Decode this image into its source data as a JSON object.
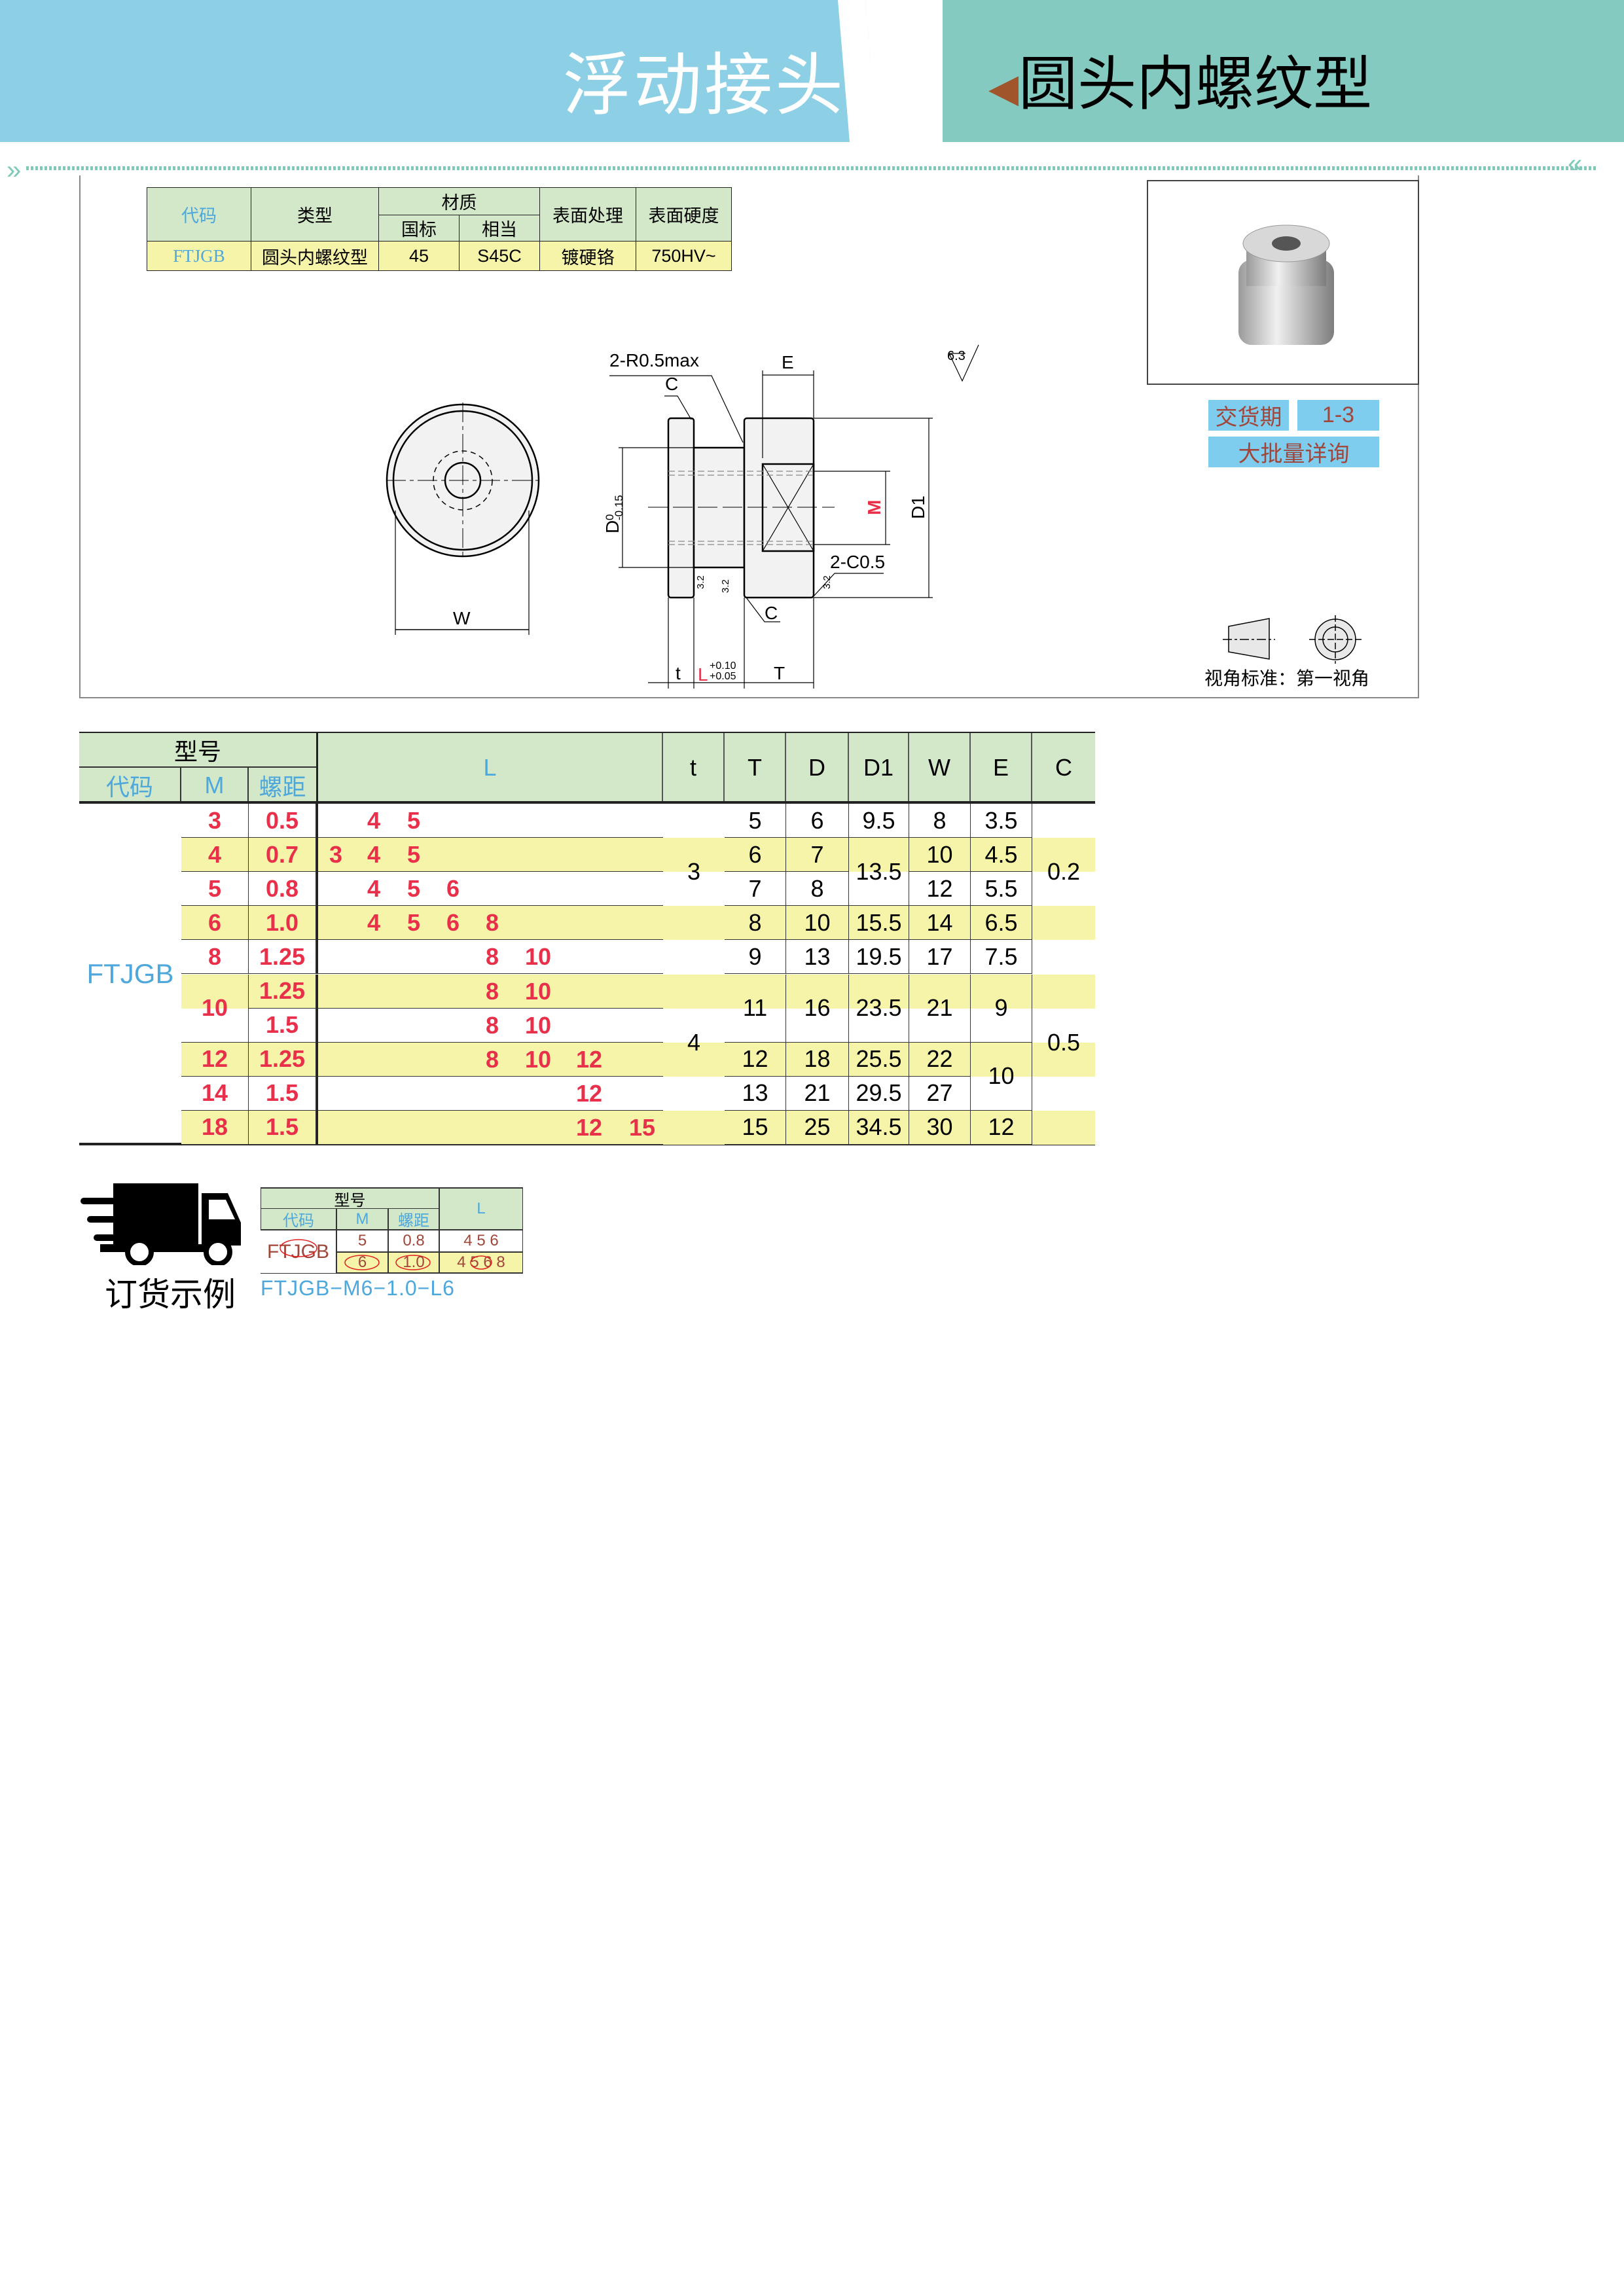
{
  "header": {
    "title": "浮动接头",
    "subtitle": "圆头内螺纹型",
    "accent_left": "#8DD0E6",
    "accent_right": "#85CAC1"
  },
  "spec_table": {
    "headers": {
      "code": "代码",
      "type": "类型",
      "material": "材质",
      "gb": "国标",
      "equiv": "相当",
      "surface": "表面处理",
      "hardness": "表面硬度"
    },
    "row": {
      "code": "FTJGB",
      "type": "圆头内螺纹型",
      "gb": "45",
      "equiv": "S45C",
      "surface": "镀硬铬",
      "hardness": "750HV~"
    }
  },
  "badges": {
    "lead_time_label": "交货期",
    "lead_time_value": "1-3",
    "bulk": "大批量详询"
  },
  "drawing": {
    "r_label": "2-R0.5max",
    "c_top": "C",
    "e": "E",
    "roughness_main": "6.3",
    "d_label": "D",
    "d_tol_upper": "0",
    "d_tol_lower": "-0.15",
    "m": "M",
    "d1": "D1",
    "c05": "2-C0.5",
    "c_bottom": "C",
    "r1": "3.2",
    "r2": "3.2",
    "r3": "3.2",
    "t": "t",
    "l": "L",
    "l_tol_upper": "+0.10",
    "l_tol_lower": "+0.05",
    "T": "T",
    "w": "W"
  },
  "view_standard": "视角标准：第一视角",
  "main_table": {
    "headers": {
      "model": "型号",
      "code": "代码",
      "m": "M",
      "pitch": "螺距",
      "l": "L",
      "t": "t",
      "T": "T",
      "D": "D",
      "D1": "D1",
      "W": "W",
      "E": "E",
      "C": "C"
    },
    "code": "FTJGB",
    "M": [
      {
        "v": "3"
      },
      {
        "v": "4"
      },
      {
        "v": "5"
      },
      {
        "v": "6"
      },
      {
        "v": "8"
      },
      {
        "v": "10",
        "span": 2
      },
      {
        "v": "12"
      },
      {
        "v": "14"
      },
      {
        "v": "18"
      }
    ],
    "pitch": [
      {
        "v": "0.5"
      },
      {
        "v": "0.7"
      },
      {
        "v": "0.8"
      },
      {
        "v": "1.0"
      },
      {
        "v": "1.25"
      },
      {
        "v": "1.25"
      },
      {
        "v": "1.5"
      },
      {
        "v": "1.25"
      },
      {
        "v": "1.5"
      },
      {
        "v": "1.5"
      }
    ],
    "L": [
      [
        "4",
        "5"
      ],
      [
        "3",
        "4",
        "5"
      ],
      [
        "4",
        "5",
        "6"
      ],
      [
        "4",
        "5",
        "6",
        "8"
      ],
      [
        "8",
        "10"
      ],
      [
        "8",
        "10"
      ],
      [
        "8",
        "10"
      ],
      [
        "8",
        "10",
        "12"
      ],
      [
        "12"
      ],
      [
        "12",
        "15"
      ]
    ],
    "t": [
      {
        "v": "3",
        "span": 4
      },
      {
        "v": "4",
        "span": 6
      }
    ],
    "T": [
      {
        "v": "5"
      },
      {
        "v": "6"
      },
      {
        "v": "7"
      },
      {
        "v": "8"
      },
      {
        "v": "9"
      },
      {
        "v": "11",
        "span": 2
      },
      {
        "v": "12"
      },
      {
        "v": "13"
      },
      {
        "v": "15"
      }
    ],
    "D": [
      {
        "v": "6"
      },
      {
        "v": "7"
      },
      {
        "v": "8"
      },
      {
        "v": "10"
      },
      {
        "v": "13"
      },
      {
        "v": "16",
        "span": 2
      },
      {
        "v": "18"
      },
      {
        "v": "21"
      },
      {
        "v": "25"
      }
    ],
    "D1": [
      {
        "v": "9.5"
      },
      {
        "v": "13.5",
        "span": 2
      },
      {
        "v": "15.5"
      },
      {
        "v": "19.5"
      },
      {
        "v": "23.5",
        "span": 2
      },
      {
        "v": "25.5"
      },
      {
        "v": "29.5"
      },
      {
        "v": "34.5"
      }
    ],
    "W": [
      {
        "v": "8"
      },
      {
        "v": "10"
      },
      {
        "v": "12"
      },
      {
        "v": "14"
      },
      {
        "v": "17"
      },
      {
        "v": "21",
        "span": 2
      },
      {
        "v": "22"
      },
      {
        "v": "27"
      },
      {
        "v": "30"
      }
    ],
    "E": [
      {
        "v": "3.5"
      },
      {
        "v": "4.5"
      },
      {
        "v": "5.5"
      },
      {
        "v": "6.5"
      },
      {
        "v": "7.5"
      },
      {
        "v": "9",
        "span": 2
      },
      {
        "v": "10",
        "span": 2
      },
      {
        "v": "12"
      }
    ],
    "C": [
      {
        "v": "0.2",
        "span": 4
      },
      {
        "v": "0.5",
        "span": 6
      }
    ]
  },
  "order_example": {
    "label": "订货示例",
    "headers": {
      "model": "型号",
      "code": "代码",
      "m": "M",
      "pitch": "螺距",
      "l": "L"
    },
    "code": "FTJGB",
    "rows": [
      {
        "m": "5",
        "pitch": "0.8",
        "l": "4  5  6"
      },
      {
        "m": "6",
        "pitch": "1.0",
        "l": "4 5 6 8"
      }
    ],
    "result": "FTJGB−M6−1.0−L6"
  },
  "colors": {
    "header_green": "#D2E8C8",
    "row_yellow": "#F6F4A8",
    "red": "#E8304A",
    "blue": "#4FA8DC"
  }
}
